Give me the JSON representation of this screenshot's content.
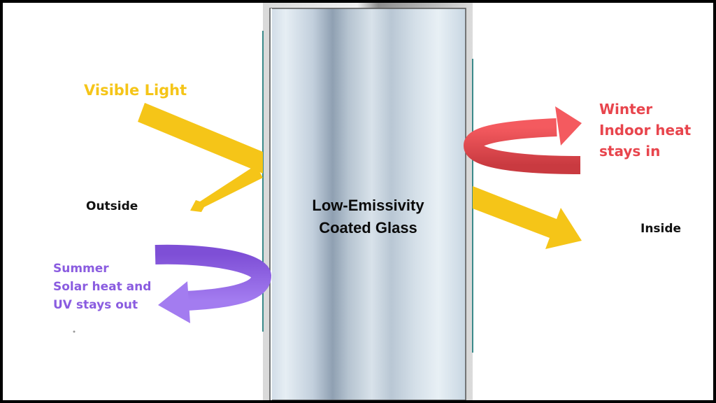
{
  "glass": {
    "title_line1": "Low-Emissivity",
    "title_line2": "Coated Glass"
  },
  "labels": {
    "visible_light": "Visible Light",
    "outside": "Outside",
    "inside": "Inside",
    "winter": [
      "Winter",
      "Indoor heat",
      "stays in"
    ],
    "summer": [
      "Summer",
      "Solar heat and",
      "UV stays out"
    ]
  },
  "colors": {
    "visible_light": "#F5C518",
    "winter": "#E8454D",
    "summer": "#8A5CE0",
    "glass_frame": "#6E6E6E",
    "border": "#000000"
  }
}
